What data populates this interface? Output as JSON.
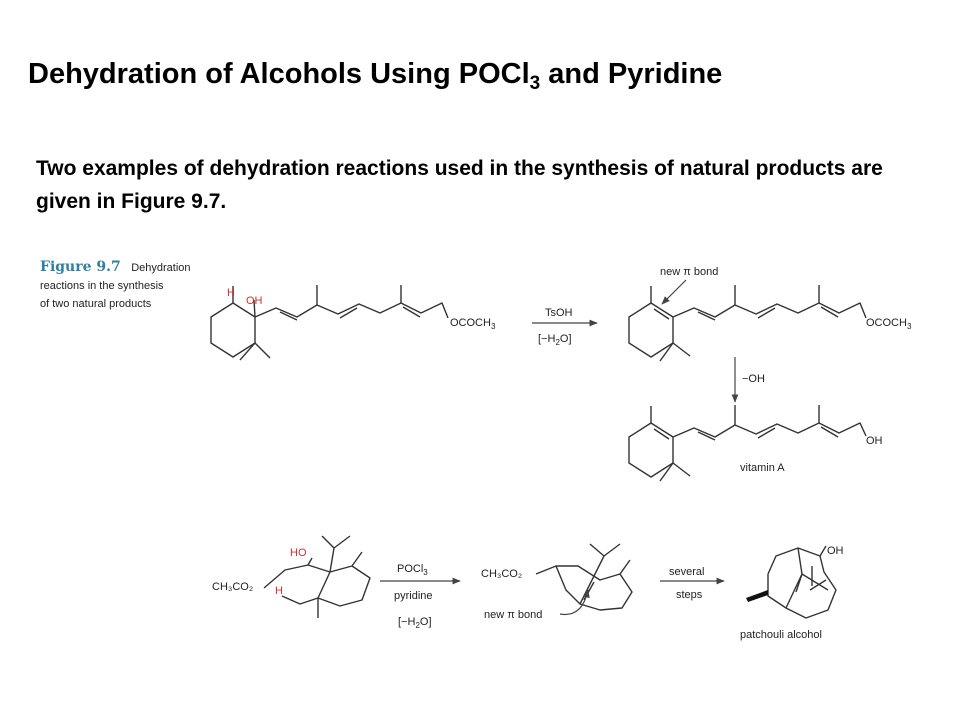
{
  "slide": {
    "title_main": "Dehydration of Alcohols Using POCl",
    "title_sub": "3",
    "title_tail": " and Pyridine",
    "intro": "Two examples of dehydration reactions used in the synthesis of natural products are given in Figure 9.7."
  },
  "figure": {
    "number": "Figure 9.7",
    "caption_line1": "Dehydration",
    "caption_line2": "reactions in the synthesis",
    "caption_line3": "of two natural products",
    "reaction1": {
      "start_h": "H",
      "start_oh": "OH",
      "ester_label": "OCOCH",
      "ester_sub": "3",
      "reagent": "TsOH",
      "condition": "[−H",
      "condition_sub": "2",
      "condition_tail": "O]",
      "new_bond_label": "new π bond",
      "base_label": "−OH",
      "product_oh": "OH",
      "product_name": "vitamin A"
    },
    "reaction2": {
      "start_ho": "HO",
      "start_ester": "CH₃CO₂",
      "start_h": "H",
      "reagent_1": "POCl",
      "reagent_1_sub": "3",
      "reagent_2": "pyridine",
      "condition": "[−H",
      "condition_sub": "2",
      "condition_tail": "O]",
      "intermediate_ester": "CH₃CO₂",
      "new_bond_label": "new π bond",
      "arrow2_line1": "several",
      "arrow2_line2": "steps",
      "product_oh": "OH",
      "product_name": "patchouli alcohol"
    }
  },
  "colors": {
    "figure_number": "#2d7fa3",
    "highlight_red": "#d0312d"
  }
}
